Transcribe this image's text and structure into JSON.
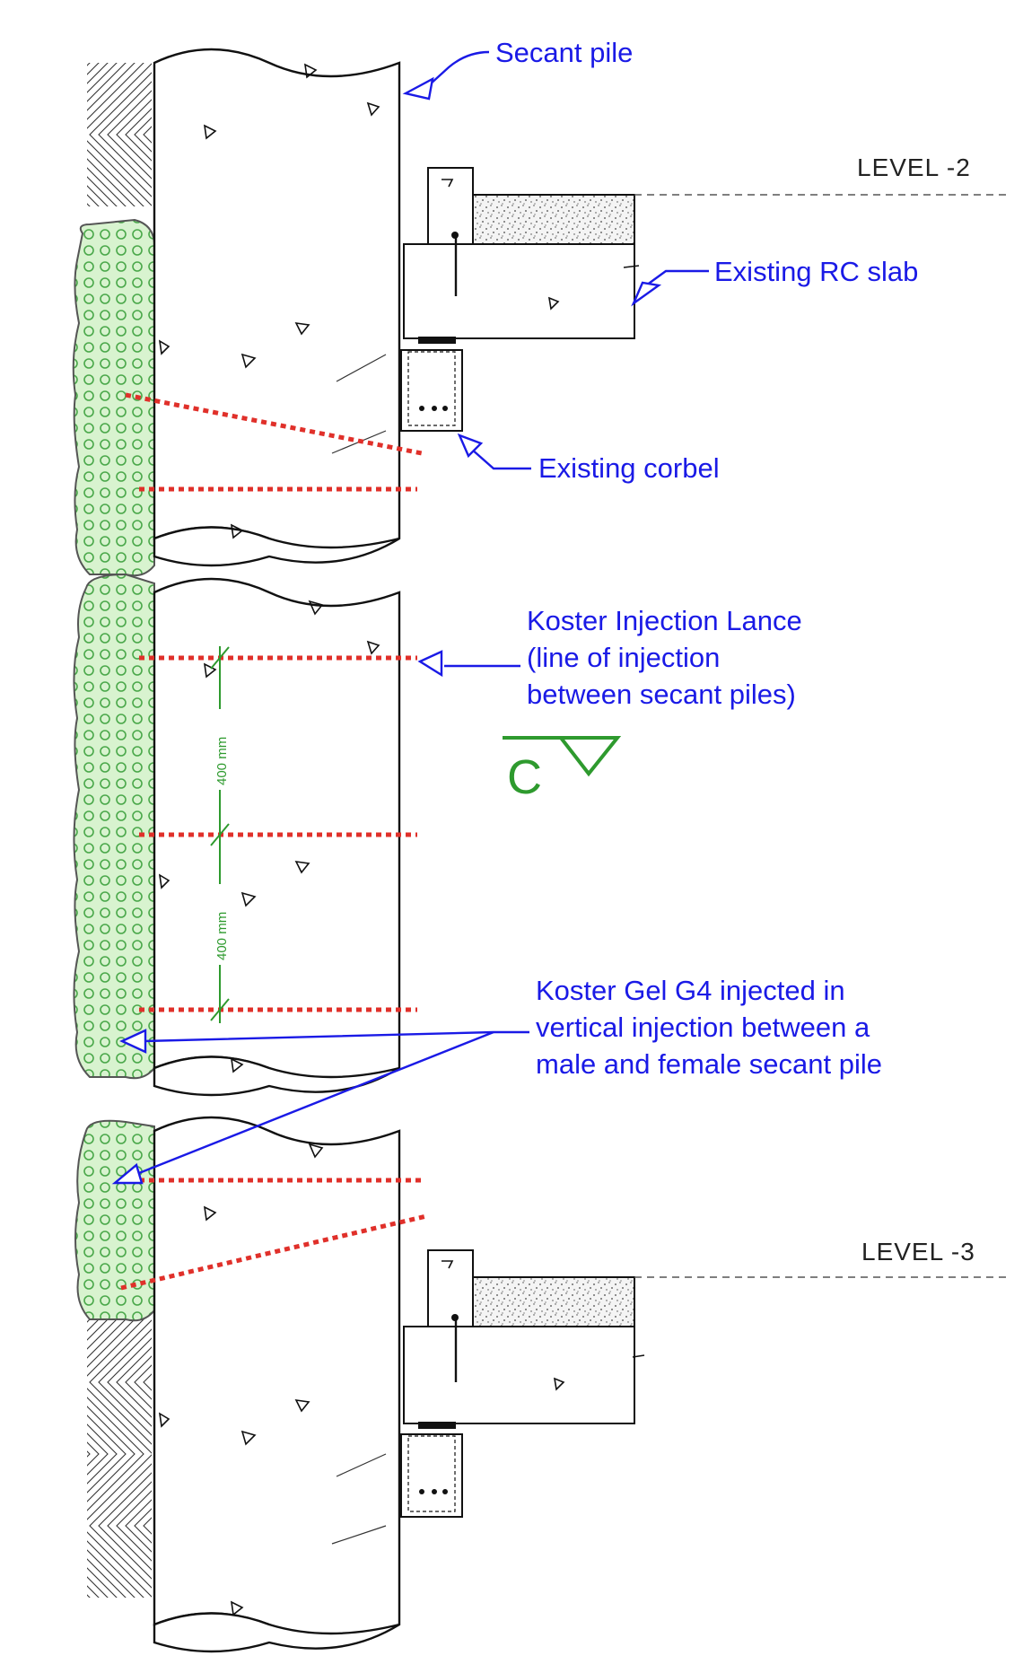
{
  "labels": {
    "secant_pile": "Secant pile",
    "level_2": "LEVEL -2",
    "existing_rc_slab": "Existing RC slab",
    "existing_corbel": "Existing corbel",
    "lance_line1": "Koster Injection Lance",
    "lance_line2": "(line of injection",
    "lance_line3": "between secant piles)",
    "section_marker": "C",
    "gel_line1": "Koster Gel G4 injected in",
    "gel_line2": "vertical injection between a",
    "gel_line3": "male and female secant pile",
    "level_3": "LEVEL -3"
  },
  "dimensions": {
    "upper": "400 mm",
    "lower": "400 mm"
  },
  "colors": {
    "annotation": "#1a1ae6",
    "injection_line": "#e0302a",
    "gel_fill": "#d8f3cf",
    "gel_circles": "#4aa84a",
    "dimension": "#2e9a2e",
    "linework": "#111111"
  }
}
